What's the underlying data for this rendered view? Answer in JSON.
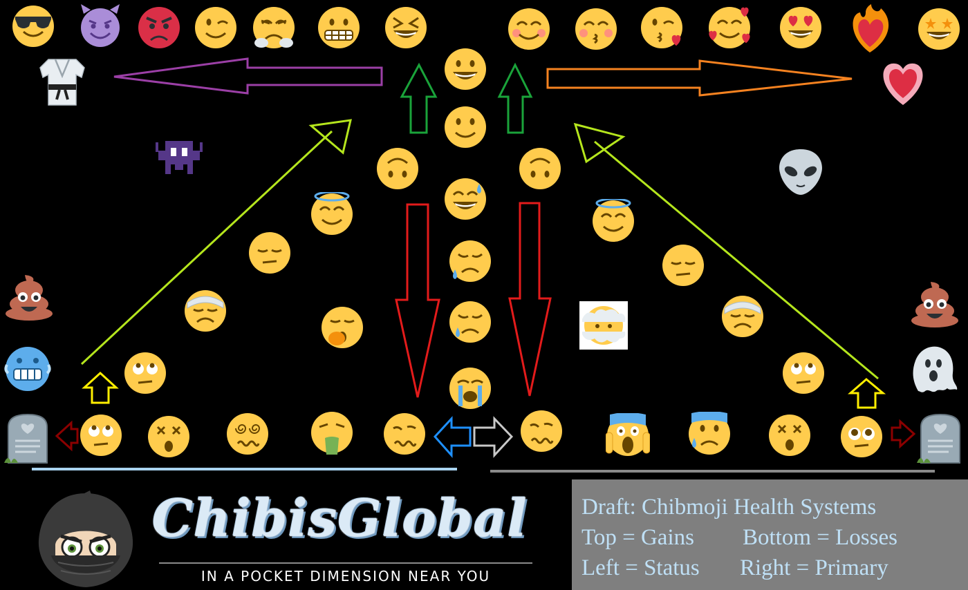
{
  "legend": {
    "title": "Draft: Chibmoji Health Systems",
    "row1_left": "Top = Gains",
    "row1_right": "Bottom = Losses",
    "row2_left": "Left = Status",
    "row2_right": "Right = Primary"
  },
  "brand": {
    "name": "ChibisGlobal",
    "tagline": "IN A POCKET DIMENSION NEAR YOU"
  },
  "colors": {
    "background": "#000000",
    "emoji_yellow": "#FFCC4D",
    "arrow_purple": "#9b3fa6",
    "arrow_orange": "#f58220",
    "arrow_green": "#1aa33a",
    "arrow_lime": "#b5e61d",
    "arrow_red": "#e31b1b",
    "arrow_yellow": "#ffee00",
    "arrow_dark_red": "#8b0000",
    "arrow_blue": "#1e90ff",
    "arrow_gray": "#c8c8c8",
    "left_baseline": "#a9d3ef",
    "right_baseline": "#8a8a8a",
    "legend_box": "#7f7f7f",
    "legend_text": "#bfe0f6"
  },
  "icons": {
    "left_status_scale": [
      "rolling-eyes-face",
      "dizzy-face",
      "spiral-eyes-face",
      "vomiting-face",
      "woozy-face",
      "tombstone"
    ],
    "right_primary_scale": [
      "woozy-face",
      "screaming-face",
      "anxious-sweat-face",
      "dizzy-face",
      "pleading-face",
      "tombstone"
    ],
    "top_left_row": [
      "sunglasses-face",
      "smiling-devil",
      "angry-face",
      "winking-face",
      "steam-nose-face",
      "grimacing-face",
      "squinting-laugh-face"
    ],
    "top_right_row": [
      "blushing-smile-face",
      "kissing-closed-eyes-face",
      "blowing-kiss-face",
      "hearts-face",
      "heart-eyes-face",
      "heart-on-fire",
      "star-struck-face"
    ],
    "center_column": [
      "grinning-face",
      "slightly-smiling-face",
      "upside-down-face",
      "sweat-smile-face",
      "sad-sweat-face",
      "crying-face",
      "loudly-crying-face"
    ],
    "left_diagonal": [
      "halo-face",
      "pensive-face",
      "bandage-face",
      "yawning-face",
      "rolling-eyes-face"
    ],
    "right_diagonal": [
      "halo-face",
      "pensive-face",
      "bandage-face",
      "rolling-eyes-face"
    ],
    "side_icons": [
      "martial-arts-uniform",
      "alien-monster",
      "pile-of-poo",
      "cold-face",
      "red-heart",
      "alien-face",
      "ghost",
      "face-in-clouds",
      "masked-mascot"
    ]
  }
}
